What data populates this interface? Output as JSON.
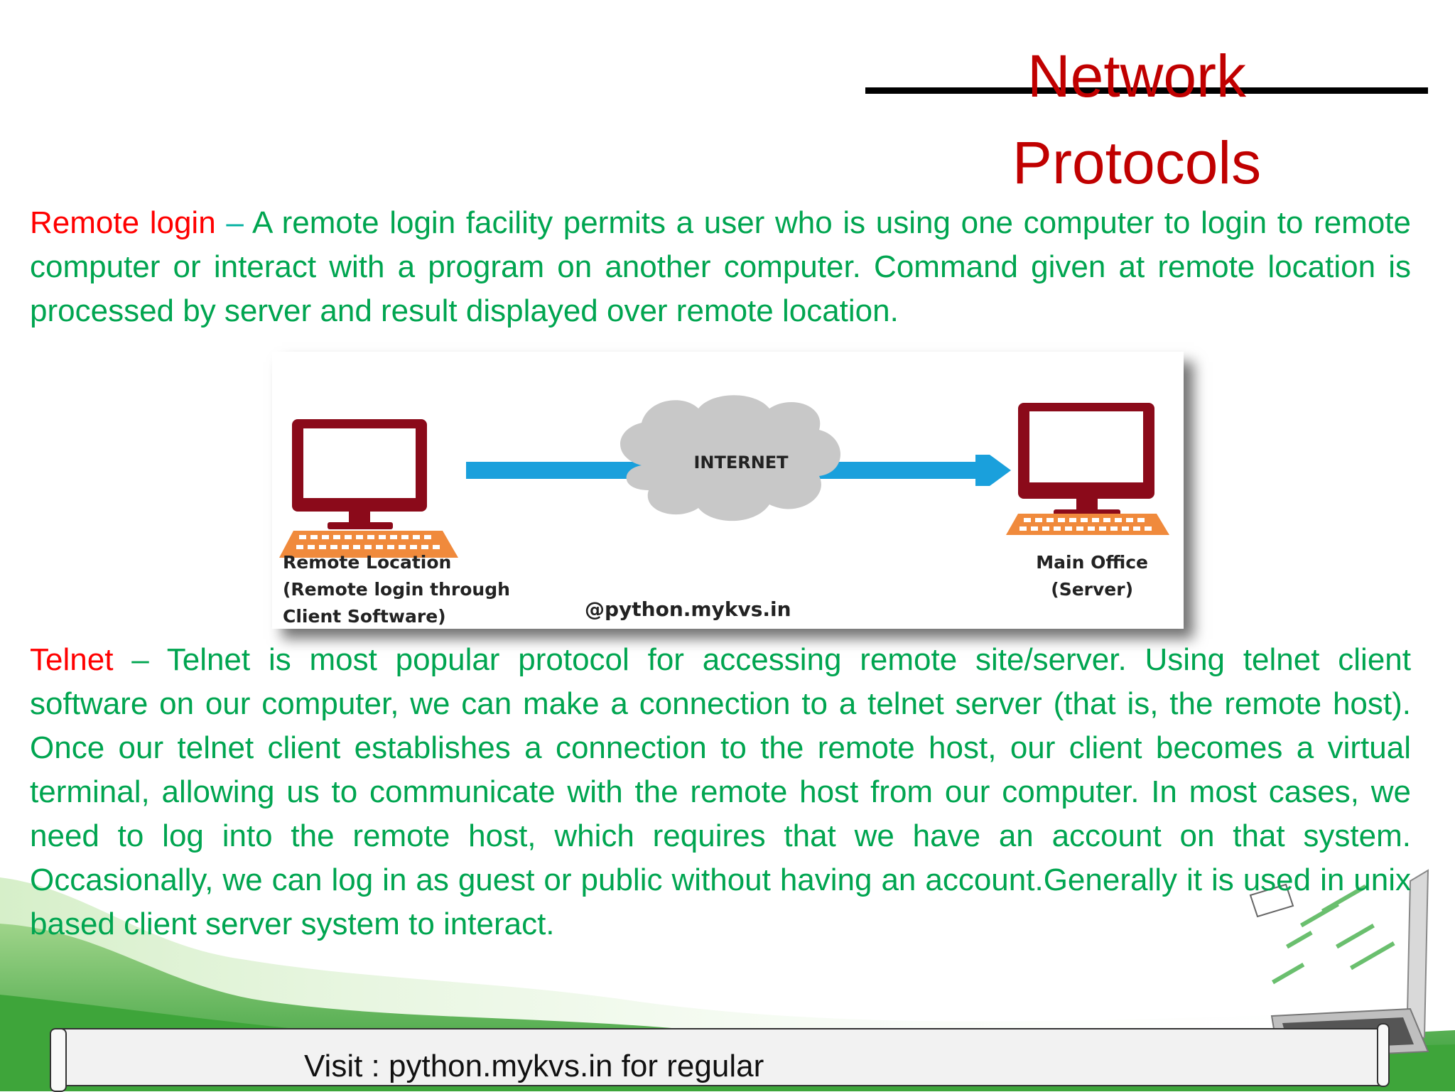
{
  "slide": {
    "title_line1": "Network",
    "title_line2": "Protocols",
    "remote_login": {
      "term": "Remote login",
      "dash": " – ",
      "text": "A remote login facility permits a user who is using one computer to login to remote computer or interact with a program on another computer. Command given at remote location is processed by server and result displayed over remote location."
    },
    "telnet": {
      "term": "Telnet",
      "dash": " – ",
      "text": "Telnet is most popular protocol for accessing remote site/server. Using telnet client software on our computer, we can make a connection to a telnet server (that is, the remote host). Once our telnet client establishes a connection to the remote host, our client becomes a virtual terminal, allowing us to communicate with the remote host from our computer. In most cases, we need to log into the remote host, which requires that we have an account on that system. Occasionally, we can log in as guest or public without having an account.Generally it is used in unix based client server system to interact."
    },
    "figure": {
      "cloud_label": "INTERNET",
      "left_caption_1": "Remote Location",
      "left_caption_2": "(Remote login through",
      "left_caption_3": "Client Software)",
      "right_caption_1": "Main Office",
      "right_caption_2": "(Server)",
      "watermark": "@python.mykvs.in"
    },
    "footer": "Visit : python.mykvs.in for regular"
  },
  "colors": {
    "title": "#c00000",
    "term": "#ff0000",
    "body_text": "#00a550",
    "monitor": "#8b0a1a",
    "keyboard": "#f08a3c",
    "arrow": "#1aa0dc",
    "cloud": "#c8c8c8",
    "wave_green": "#3ea53a"
  }
}
